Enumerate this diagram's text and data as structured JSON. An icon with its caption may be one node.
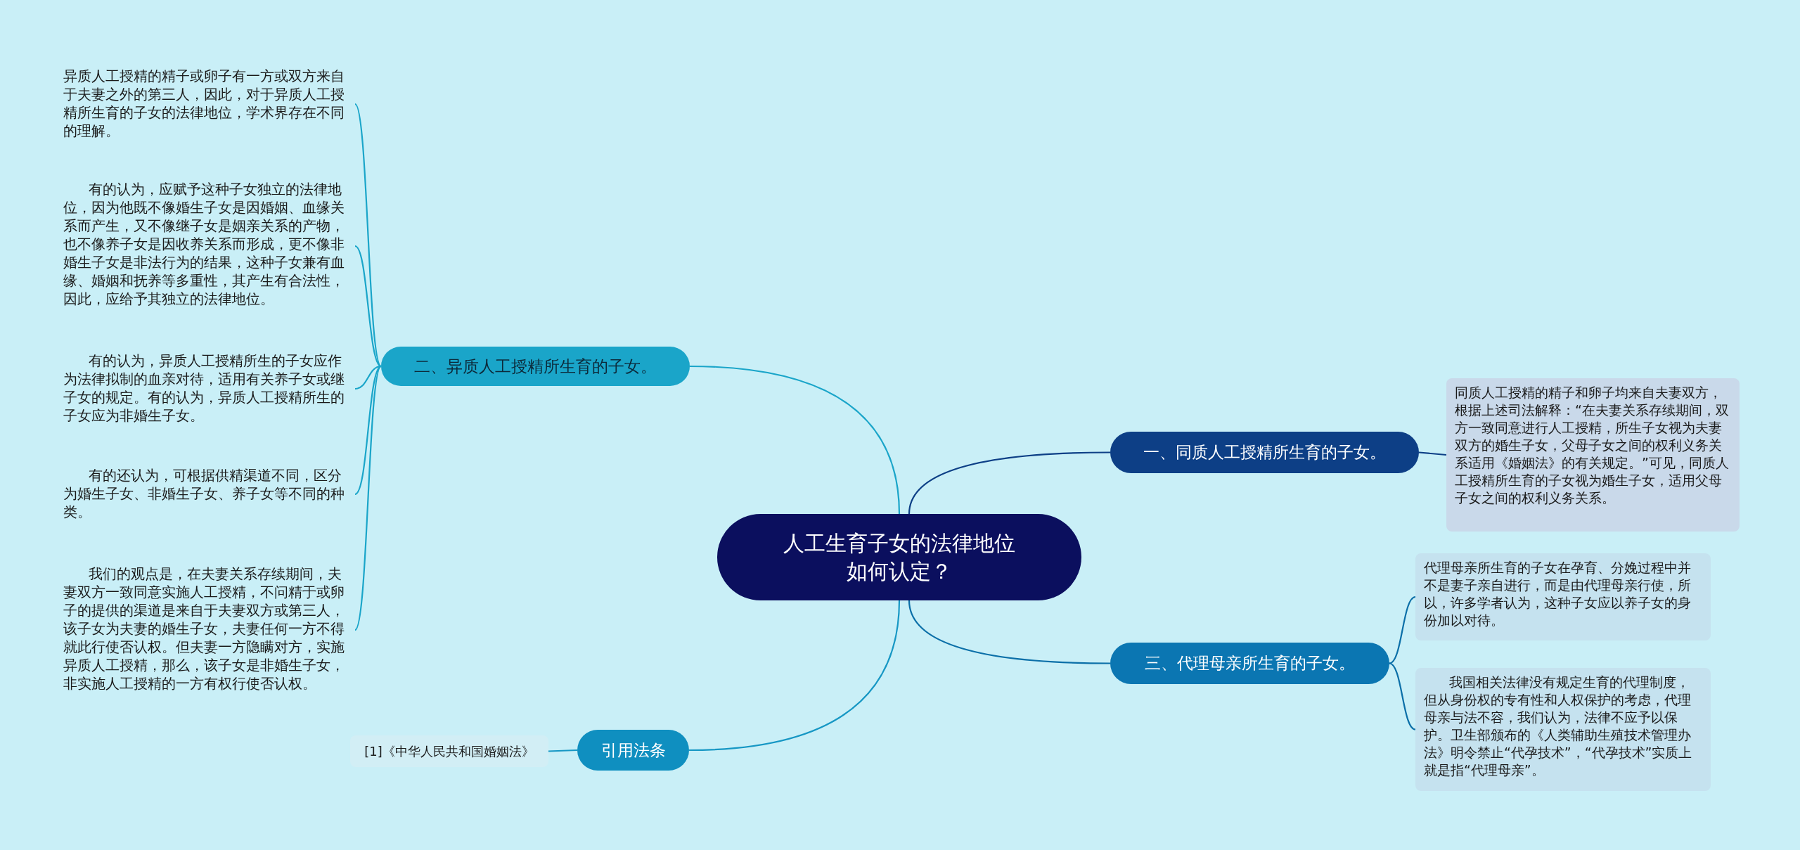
{
  "diagram": {
    "nodes": [
      {
        "text": [
          "人工生育子女的法律地位如何认定？"
        ]
      },
      {
        "text": [
          "一、同质人工授精所生育的子女。"
        ]
      },
      {
        "text": [
          "同质人工授精的精子和卵子均来自夫妻双方，根据上述司法解释：“在夫妻关系存续期间，双方一致同意进行人工授精，所生子女视为夫妻双方的婚生子女，父母子女之间的权利义务关系适用《婚姻法》的有关规定。”可见，同质人工授精所生育的子女视为婚生子女，适用父母子女之间的权利义务关系。"
        ]
      },
      {
        "text": [
          "二、异质人工授精所生育的子女。"
        ]
      },
      {
        "text": [
          "异质人工授精的精子或卵子有一方或双方来自于夫妻之外的第三人，因此，对于异质人工授精所生育的子女的法律地位，学术界存在不同的理解。"
        ]
      },
      {
        "text": [
          "有的认为，应赋予这种子女独立的法律地位，因为他既不像婚生子女是因婚姻、血缘关系而产生，又不像继子女是姻亲关系的产物，也不像养子女是因收养关系而形成，更不像非婚生子女是非法行为的结果，这种子女兼有血缘、婚姻和抚养等多重性，其产生有合法性，因此，应给予其独立的法律地位。"
        ]
      },
      {
        "text": [
          "有的认为，异质人工授精所生的子女应作为法律拟制的血亲对待，适用有关养子女或继子女的规定。有的认为，异质人工授精所生的子女应为非婚生子女。"
        ]
      },
      {
        "text": [
          "有的还认为，可根据供精渠道不同，区分为婚生子女、非婚生子女、养子女等不同的种类。"
        ]
      },
      {
        "text": [
          "我们的观点是，在夫妻关系存续期间，夫妻双方一致同意实施人工授精，不问精于或卵子的提供的渠道是来自于夫妻双方或第三人，该子女为夫妻的婚生子女，夫妻任何一方不得就此行使否认权。但夫妻一方隐瞒对方，实施异质人工授精，那么，该子女是非婚生子女，非实施人工授精的一方有权行使否认权。"
        ]
      },
      {
        "text": [
          "三、代理母亲所生育的子女。"
        ]
      },
      {
        "text": [
          "代理母亲所生育的子女在孕育、分娩过程中并不是妻子亲自进行，而是由代理母亲行使，所以，许多学者认为，这种子女应以养子女的身份加以对待。"
        ]
      },
      {
        "text": [
          "我国相关法律没有规定生育的代理制度，但从身份权的专有性和人权保护的考虑，代理母亲与法不容，我们认为，法律不应予以保护。卫生部颁布的《人类辅助生殖技术管理办法》明令禁止“代孕技术”，“代孕技术”实质上就是指“代理母亲”。"
        ]
      },
      {
        "text": [
          "引用法条"
        ]
      },
      {
        "text": [
          "[1]《中华人民共和国婚姻法》"
        ]
      }
    ],
    "edges": [
      {
        "from": 0,
        "to": 1,
        "arrow": "none",
        "color": "#0d3f86"
      },
      {
        "from": 1,
        "to": 2,
        "arrow": "none",
        "color": "#0d3f86"
      },
      {
        "from": 0,
        "to": 3,
        "arrow": "none",
        "color": "#1aa5c9"
      },
      {
        "from": 3,
        "to": 4,
        "arrow": "none",
        "color": "#1aa5c9"
      },
      {
        "from": 3,
        "to": 5,
        "arrow": "none",
        "color": "#1aa5c9"
      },
      {
        "from": 3,
        "to": 6,
        "arrow": "none",
        "color": "#1aa5c9"
      },
      {
        "from": 3,
        "to": 7,
        "arrow": "none",
        "color": "#1aa5c9"
      },
      {
        "from": 3,
        "to": 8,
        "arrow": "none",
        "color": "#1aa5c9"
      },
      {
        "from": 0,
        "to": 9,
        "arrow": "none",
        "color": "#0b6fa8"
      },
      {
        "from": 9,
        "to": 10,
        "arrow": "none",
        "color": "#0b6fa8"
      },
      {
        "from": 9,
        "to": 11,
        "arrow": "none",
        "color": "#0b6fa8"
      },
      {
        "from": 0,
        "to": 12,
        "arrow": "none",
        "color": "#1697c4"
      },
      {
        "from": 12,
        "to": 13,
        "arrow": "none",
        "color": "#1697c4"
      }
    ]
  }
}
